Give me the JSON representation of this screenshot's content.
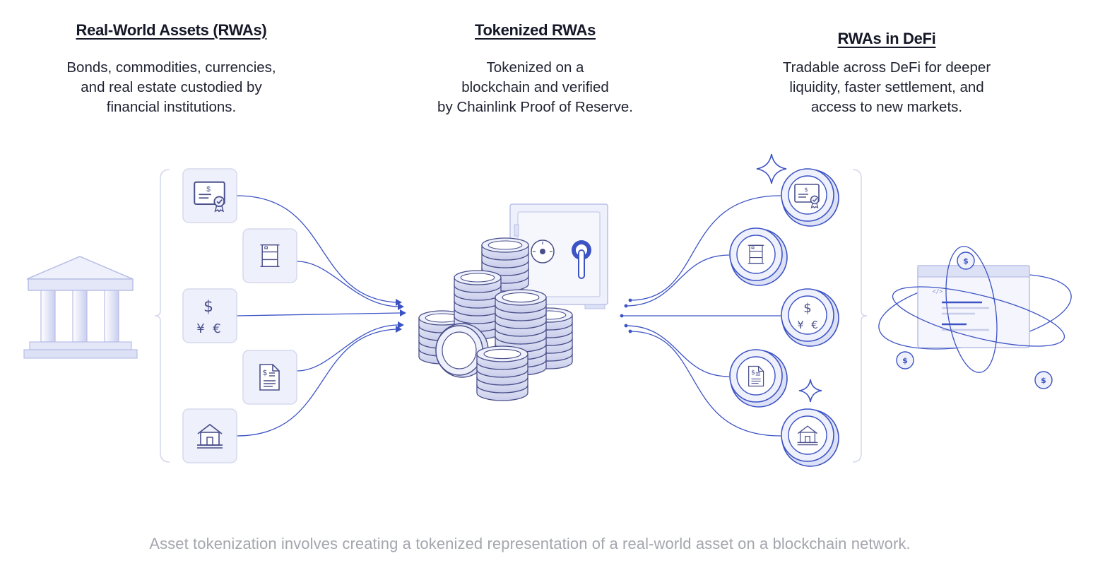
{
  "columns": [
    {
      "title": "Real-World Assets (RWAs)",
      "description": [
        "Bonds, commodities, currencies,",
        "and real estate custodied by",
        "financial institutions."
      ]
    },
    {
      "title": "Tokenized RWAs",
      "description": [
        "Tokenized on a",
        "blockchain and verified",
        "by Chainlink Proof of Reserve."
      ]
    },
    {
      "title": "RWAs in DeFi",
      "description": [
        "Tradable across DeFi for deeper",
        "liquidity, faster settlement, and",
        "access to new markets."
      ]
    }
  ],
  "assets": [
    {
      "kind": "bond",
      "icon": "certificate-icon"
    },
    {
      "kind": "commodity",
      "icon": "oil-barrel-icon"
    },
    {
      "kind": "currency",
      "icon": "currency-symbols-icon"
    },
    {
      "kind": "document",
      "icon": "financial-document-icon"
    },
    {
      "kind": "real-estate",
      "icon": "house-icon"
    }
  ],
  "glyphs": {
    "dollar": "$",
    "yen": "¥",
    "euro": "€",
    "code": "</>"
  },
  "caption": "Asset tokenization involves creating a tokenized representation of a real-world asset on a blockchain network.",
  "colors": {
    "line": "#3c53c4",
    "stroke": "#4a4f8a",
    "fill_light": "#eef0fb",
    "fill_mid": "#dde1f6",
    "box_border": "#d6d9ee",
    "caption": "#a4a6ae"
  }
}
